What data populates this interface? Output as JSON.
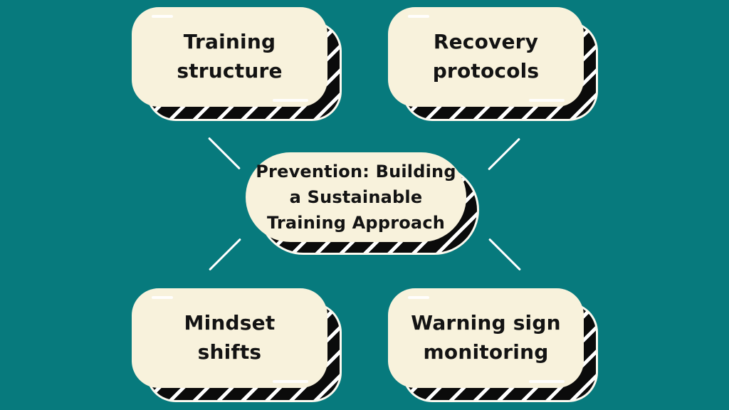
{
  "theme": {
    "bg": "#077a7d",
    "card": "#f8f2dc",
    "ink": "#131313",
    "hatch": "#0b0b0b",
    "line": "#ffffff"
  },
  "center": {
    "lines": [
      "Prevention: Building",
      "a Sustainable",
      "Training Approach"
    ]
  },
  "nodes": [
    {
      "id": "training-structure",
      "lines": [
        "Training",
        "structure"
      ]
    },
    {
      "id": "recovery-protocols",
      "lines": [
        "Recovery",
        "protocols"
      ]
    },
    {
      "id": "mindset-shifts",
      "lines": [
        "Mindset",
        "shifts"
      ]
    },
    {
      "id": "warning-sign-monitoring",
      "lines": [
        "Warning sign",
        "monitoring"
      ]
    }
  ]
}
